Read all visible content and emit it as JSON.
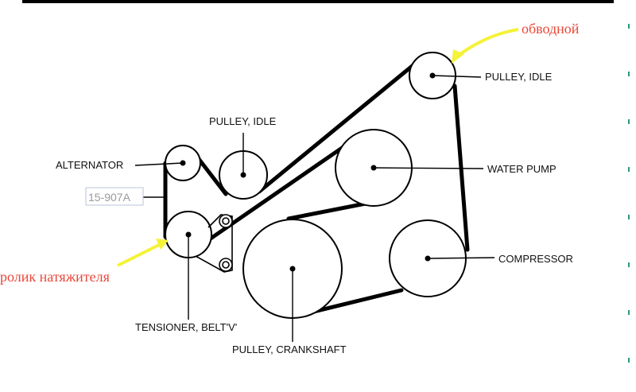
{
  "labels": {
    "pulley_idle_top": "PULLEY, IDLE",
    "pulley_idle_small": "PULLEY, IDLE",
    "alternator": "ALTERNATOR",
    "water_pump": "WATER PUMP",
    "compressor": "COMPRESSOR",
    "tensioner": "TENSIONER, BELT'V'",
    "crankshaft": "PULLEY, CRANKSHAFT",
    "part_number": "15-907A"
  },
  "annotations": {
    "idler_ru": "обводной",
    "tensioner_ru": "ролик натяжителя"
  },
  "colors": {
    "line": "#000000",
    "arrow": "#f5f23a",
    "annotation_text": "#e8483a",
    "ref_box": "#b8c6d6",
    "ref_text": "#9a9a9a",
    "edge_marks": "#2a9a78"
  }
}
